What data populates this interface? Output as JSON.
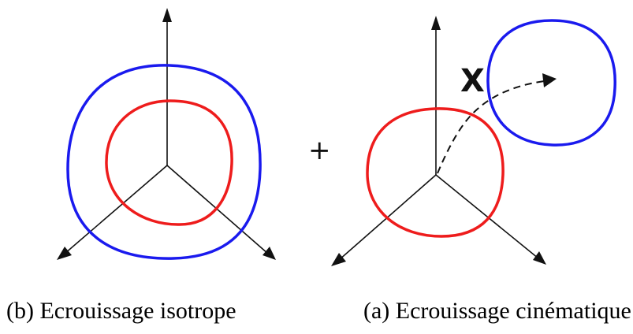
{
  "colors": {
    "outer_surface": "#1a1aee",
    "inner_surface": "#ee1c1c",
    "axes": "#111111"
  },
  "diagram": {
    "operator_symbol": "+",
    "backstress_label": "X"
  },
  "captions": {
    "left": "(b) Ecrouissage isotrope",
    "right": "(a) Ecrouissage cinématique"
  }
}
